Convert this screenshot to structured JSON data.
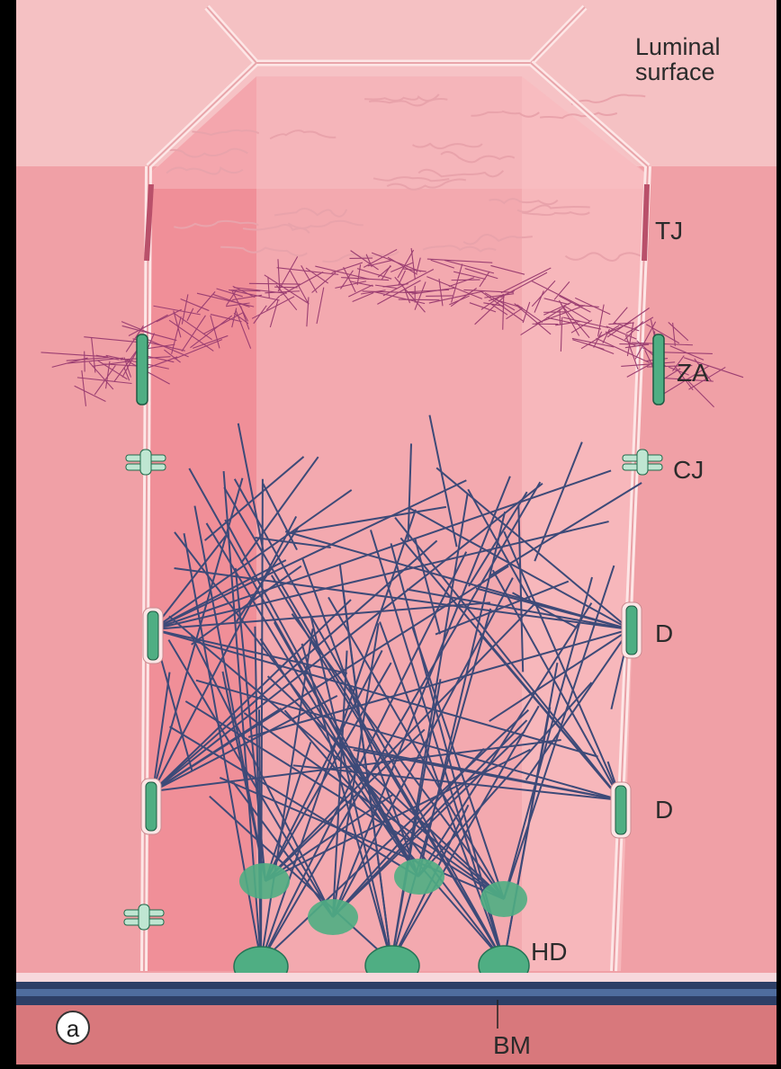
{
  "figure": {
    "panel_letter": "a",
    "labels": {
      "luminal_surface": "Luminal\nsurface",
      "tight_junction": "TJ",
      "zonula_adherens": "ZA",
      "communicating_junction": "CJ",
      "desmosome_upper": "D",
      "desmosome_lower": "D",
      "hemidesmosome": "HD",
      "basement_membrane": "BM"
    },
    "colors": {
      "background": "#000000",
      "luminal_band": "#f5c1c3",
      "cell_body": "#f3a9af",
      "cell_front": "#f7b7bb",
      "membrane": "#fde6e6",
      "actin": "#9c3f72",
      "filaments": "#3d4a78",
      "junction_green": "#4fae83",
      "basement_dark": "#2d3f66",
      "basement_light": "#4f6d9e",
      "connective": "#d8787c"
    }
  }
}
